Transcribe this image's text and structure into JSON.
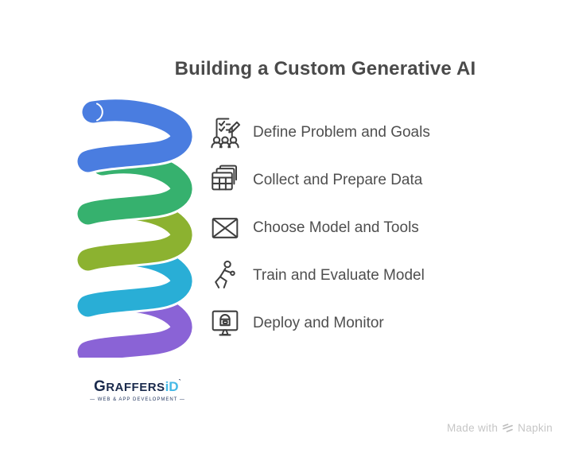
{
  "title": "Building a Custom Generative AI",
  "steps": [
    {
      "label": "Define Problem and Goals",
      "icon": "checklist-people-icon"
    },
    {
      "label": "Collect and Prepare Data",
      "icon": "stacked-tables-icon"
    },
    {
      "label": "Choose Model and Tools",
      "icon": "envelope-icon"
    },
    {
      "label": "Train and Evaluate Model",
      "icon": "runner-exercise-icon"
    },
    {
      "label": "Deploy and Monitor",
      "icon": "monitor-package-icon"
    }
  ],
  "spiral": {
    "colors": [
      "#4a7de0",
      "#36b16e",
      "#8cb230",
      "#29aed6",
      "#8a63d6"
    ]
  },
  "branding": {
    "logo_text_primary": "G",
    "logo_text_rest": "RAFFERS",
    "logo_text_accent": "iD",
    "logo_tick": "`",
    "logo_tagline": "— WEB & APP DEVELOPMENT —",
    "logo_primary_color": "#1b2b4d",
    "logo_accent_color": "#45b9e6"
  },
  "footer": {
    "made_with_label": "Made with",
    "brand_name": "Napkin"
  },
  "colors": {
    "title_text": "#4a4a4a",
    "step_text": "#4f4f4f",
    "icon_ink": "#3f3f3f",
    "footer_text": "#c6c6c6"
  }
}
